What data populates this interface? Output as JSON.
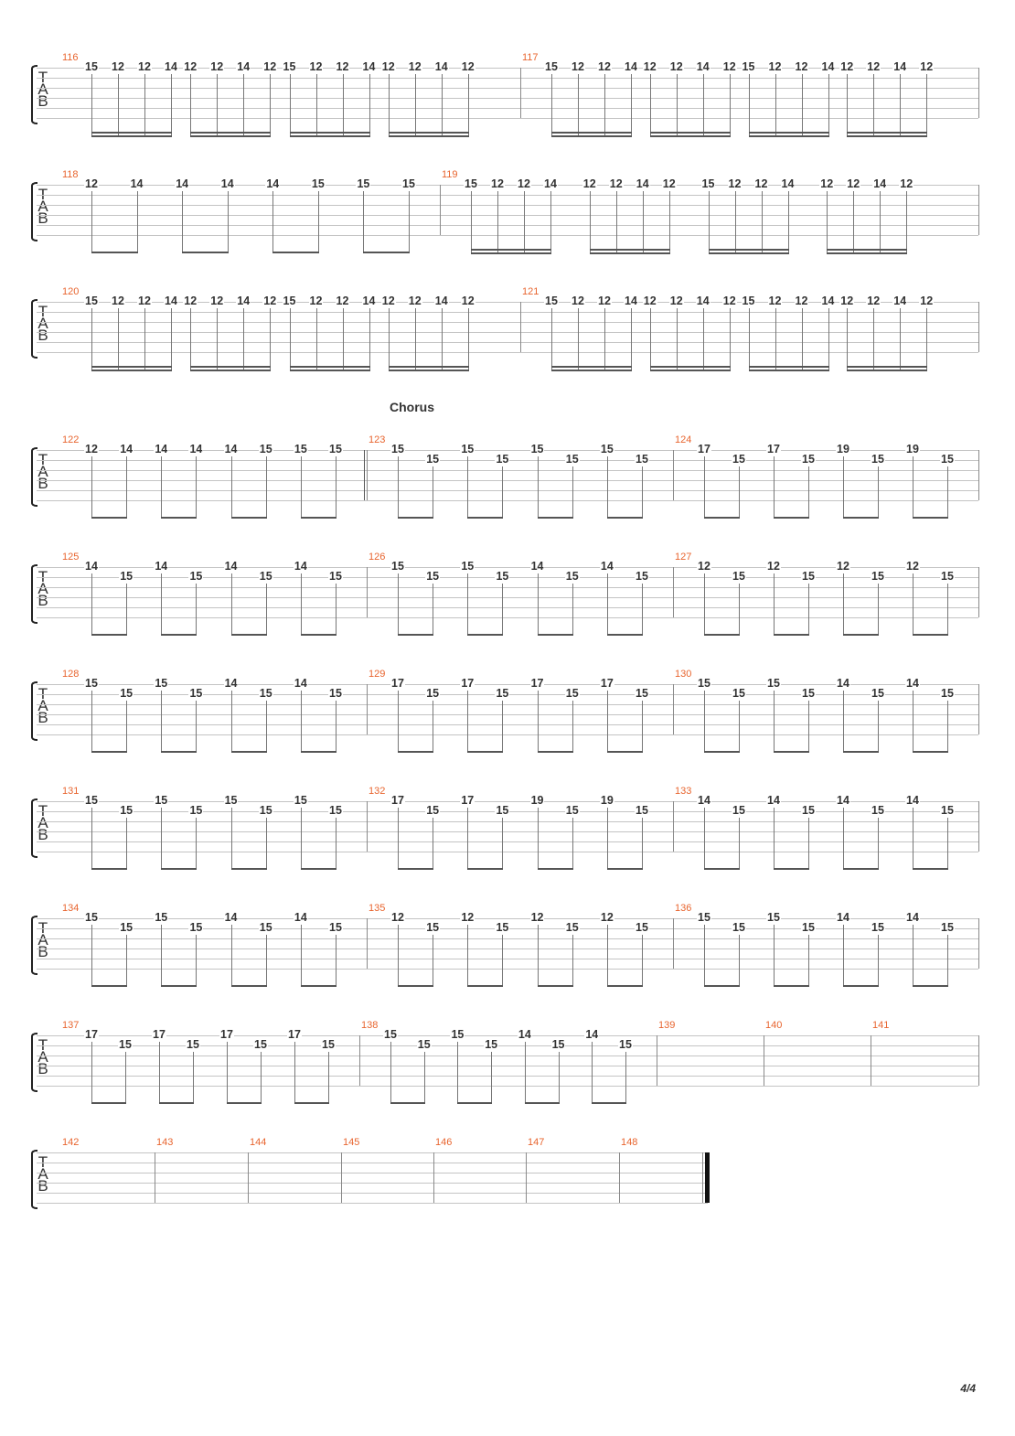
{
  "section_label": "Chorus",
  "page_number": "4/4",
  "tab_letters": [
    "T",
    "A",
    "B"
  ],
  "systems": [
    {
      "measures": [
        {
          "number": "116",
          "frets": [
            "15",
            "12",
            "12",
            "14",
            "12",
            "12",
            "14",
            "12",
            "15",
            "12",
            "12",
            "14",
            "12",
            "12",
            "14",
            "12"
          ],
          "rhythm": "sixteenths"
        },
        {
          "number": "117",
          "frets": [
            "15",
            "12",
            "12",
            "14",
            "12",
            "12",
            "14",
            "12",
            "15",
            "12",
            "12",
            "14",
            "12",
            "12",
            "14",
            "12"
          ],
          "rhythm": "sixteenths"
        }
      ]
    },
    {
      "measures": [
        {
          "number": "118",
          "frets": [
            "12",
            "14",
            "14",
            "14",
            "14",
            "15",
            "15",
            "15"
          ],
          "rhythm": "eighths"
        },
        {
          "number": "119",
          "frets": [
            "15",
            "12",
            "12",
            "14",
            "12",
            "12",
            "14",
            "12",
            "15",
            "12",
            "12",
            "14",
            "12",
            "12",
            "14",
            "12"
          ],
          "rhythm": "sixteenths"
        }
      ]
    },
    {
      "measures": [
        {
          "number": "120",
          "frets": [
            "15",
            "12",
            "12",
            "14",
            "12",
            "12",
            "14",
            "12",
            "15",
            "12",
            "12",
            "14",
            "12",
            "12",
            "14",
            "12"
          ],
          "rhythm": "sixteenths"
        },
        {
          "number": "121",
          "frets": [
            "15",
            "12",
            "12",
            "14",
            "12",
            "12",
            "14",
            "12",
            "15",
            "12",
            "12",
            "14",
            "12",
            "12",
            "14",
            "12"
          ],
          "rhythm": "sixteenths"
        }
      ]
    },
    {
      "measures": [
        {
          "number": "122",
          "frets": [
            "12",
            "14",
            "14",
            "14",
            "14",
            "15",
            "15",
            "15"
          ],
          "rhythm": "eighths"
        },
        {
          "number": "123",
          "frets": [
            "15",
            "15",
            "15",
            "15",
            "15",
            "15",
            "15",
            "15"
          ],
          "rhythm": "eighths-alt",
          "repeat_start": true
        },
        {
          "number": "124",
          "frets": [
            "17",
            "15",
            "17",
            "15",
            "19",
            "15",
            "19",
            "15"
          ],
          "rhythm": "eighths-alt"
        }
      ]
    },
    {
      "measures": [
        {
          "number": "125",
          "frets": [
            "14",
            "15",
            "14",
            "15",
            "14",
            "15",
            "14",
            "15"
          ],
          "rhythm": "eighths-alt"
        },
        {
          "number": "126",
          "frets": [
            "15",
            "15",
            "15",
            "15",
            "14",
            "15",
            "14",
            "15"
          ],
          "rhythm": "eighths-alt"
        },
        {
          "number": "127",
          "frets": [
            "12",
            "15",
            "12",
            "15",
            "12",
            "15",
            "12",
            "15"
          ],
          "rhythm": "eighths-alt"
        }
      ]
    },
    {
      "measures": [
        {
          "number": "128",
          "frets": [
            "15",
            "15",
            "15",
            "15",
            "14",
            "15",
            "14",
            "15"
          ],
          "rhythm": "eighths-alt"
        },
        {
          "number": "129",
          "frets": [
            "17",
            "15",
            "17",
            "15",
            "17",
            "15",
            "17",
            "15"
          ],
          "rhythm": "eighths-alt"
        },
        {
          "number": "130",
          "frets": [
            "15",
            "15",
            "15",
            "15",
            "14",
            "15",
            "14",
            "15"
          ],
          "rhythm": "eighths-alt"
        }
      ]
    },
    {
      "measures": [
        {
          "number": "131",
          "frets": [
            "15",
            "15",
            "15",
            "15",
            "15",
            "15",
            "15",
            "15"
          ],
          "rhythm": "eighths-alt"
        },
        {
          "number": "132",
          "frets": [
            "17",
            "15",
            "17",
            "15",
            "19",
            "15",
            "19",
            "15"
          ],
          "rhythm": "eighths-alt"
        },
        {
          "number": "133",
          "frets": [
            "14",
            "15",
            "14",
            "15",
            "14",
            "15",
            "14",
            "15"
          ],
          "rhythm": "eighths-alt"
        }
      ]
    },
    {
      "measures": [
        {
          "number": "134",
          "frets": [
            "15",
            "15",
            "15",
            "15",
            "14",
            "15",
            "14",
            "15"
          ],
          "rhythm": "eighths-alt"
        },
        {
          "number": "135",
          "frets": [
            "12",
            "15",
            "12",
            "15",
            "12",
            "15",
            "12",
            "15"
          ],
          "rhythm": "eighths-alt"
        },
        {
          "number": "136",
          "frets": [
            "15",
            "15",
            "15",
            "15",
            "14",
            "15",
            "14",
            "15"
          ],
          "rhythm": "eighths-alt"
        }
      ]
    },
    {
      "measures": [
        {
          "number": "137",
          "frets": [
            "17",
            "15",
            "17",
            "15",
            "17",
            "15",
            "17",
            "15"
          ],
          "rhythm": "eighths-alt"
        },
        {
          "number": "138",
          "frets": [
            "15",
            "15",
            "15",
            "15",
            "14",
            "15",
            "14",
            "15"
          ],
          "rhythm": "eighths-alt"
        },
        {
          "number": "139",
          "frets": [],
          "rhythm": "rest"
        },
        {
          "number": "140",
          "frets": [],
          "rhythm": "rest"
        },
        {
          "number": "141",
          "frets": [],
          "rhythm": "rest"
        }
      ]
    },
    {
      "measures": [
        {
          "number": "142",
          "frets": [],
          "rhythm": "rest"
        },
        {
          "number": "143",
          "frets": [],
          "rhythm": "rest"
        },
        {
          "number": "144",
          "frets": [],
          "rhythm": "rest"
        },
        {
          "number": "145",
          "frets": [],
          "rhythm": "rest"
        },
        {
          "number": "146",
          "frets": [],
          "rhythm": "rest"
        },
        {
          "number": "147",
          "frets": [],
          "rhythm": "rest"
        },
        {
          "number": "148",
          "frets": [],
          "rhythm": "rest",
          "final_barline": true
        }
      ]
    }
  ]
}
